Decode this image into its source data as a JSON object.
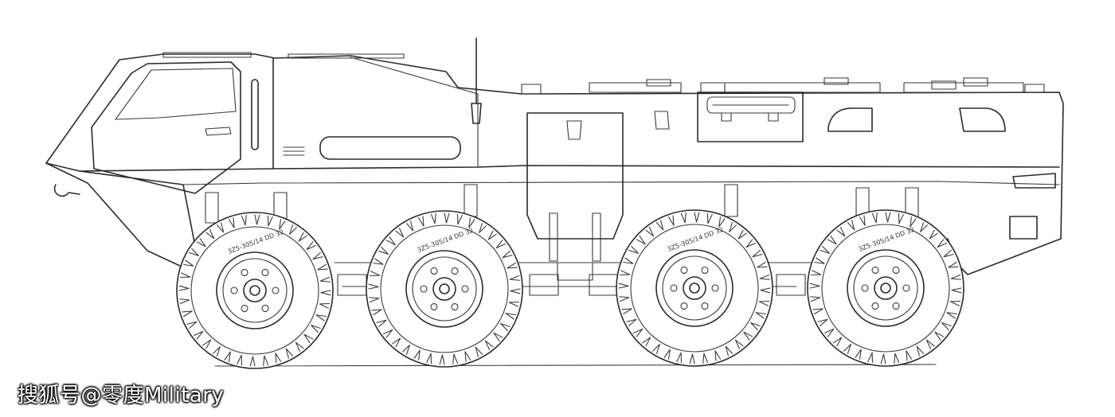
{
  "watermark": {
    "text": "搜狐号@零度Military"
  },
  "drawing": {
    "subject": "8x8 wheeled armored vehicle, side view line drawing",
    "line_color": "#2b2b2b",
    "background_color": "#ffffff",
    "tire_markings": [
      "3Z5-305/14 DD 32",
      "3Z5-305/14 DD 32",
      "3Z5-305/14 DD 32",
      "3Z5-305/14 DD 32"
    ],
    "wheel_count": 4
  }
}
